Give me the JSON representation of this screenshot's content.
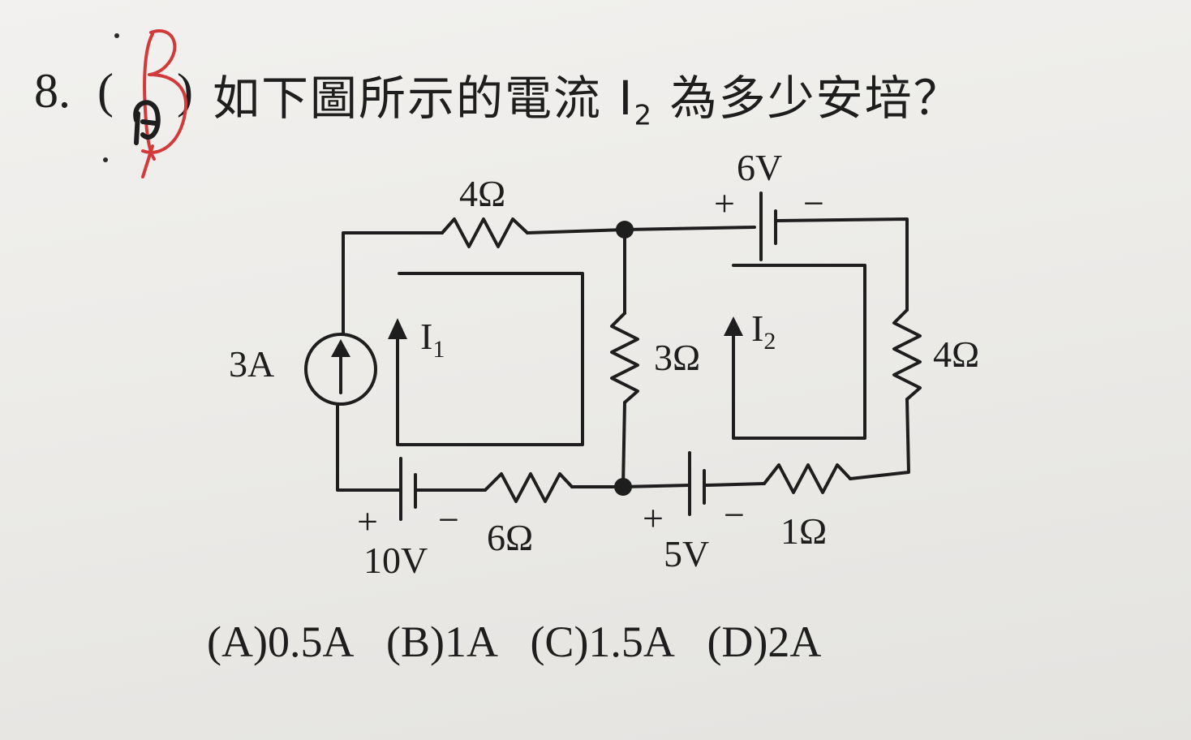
{
  "question": {
    "number": "8.",
    "paren_open": "(",
    "paren_close": ")",
    "text_before": "如下圖所示的電流 I",
    "text_sub": "2",
    "text_after": " 為多少安培？",
    "handwritten_answer": "B"
  },
  "circuit": {
    "top_resistor": "4Ω",
    "top_battery": "6V",
    "top_battery_plus": "+",
    "top_battery_minus": "−",
    "current_source": "3A",
    "loop1_current": "I",
    "loop1_sub": "1",
    "middle_resistor": "3Ω",
    "loop2_current": "I",
    "loop2_sub": "2",
    "right_resistor": "4Ω",
    "bottom_left_battery": "10V",
    "bottom_left_plus": "+",
    "bottom_left_minus": "−",
    "bottom_left_resistor": "6Ω",
    "bottom_mid_battery": "5V",
    "bottom_mid_plus": "+",
    "bottom_mid_minus": "−",
    "bottom_right_resistor": "1Ω"
  },
  "options": {
    "a": "(A)0.5A",
    "b": "(B)1A",
    "c": "(C)1.5A",
    "d": "(D)2A"
  },
  "colors": {
    "ink": "#1e1e1e",
    "pen_red": "#d23a3a"
  }
}
